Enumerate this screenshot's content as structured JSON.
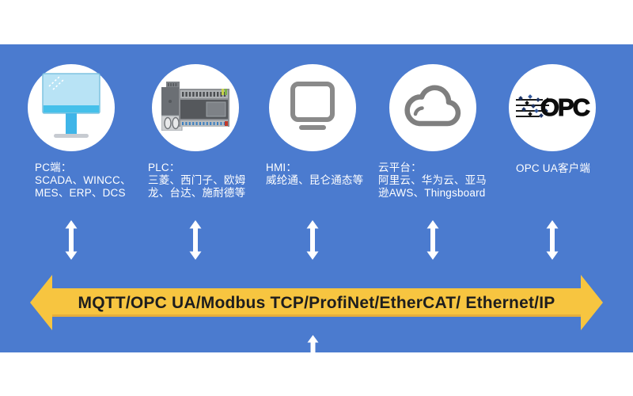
{
  "page": {
    "background": "#ffffff",
    "panel_color": "#4B7BCF",
    "arrow_color": "#ffffff"
  },
  "banner": {
    "label": "MQTT/OPC UA/Modbus TCP/ProfiNet/EtherCAT/ Ethernet/IP",
    "fill": "#F7C540",
    "edge_shadow": "#DFA63B",
    "text_color": "#1E1E1E"
  },
  "nodes": [
    {
      "id": "pc",
      "icon": "monitor-icon",
      "title": "PC端：",
      "lines": [
        "SCADA、WINCC、",
        "MES、ERP、DCS"
      ]
    },
    {
      "id": "plc",
      "icon": "plc-icon",
      "title": "PLC：",
      "lines": [
        "三菱、西门子、欧姆",
        "龙、台达、施耐德等"
      ]
    },
    {
      "id": "hmi",
      "icon": "display-icon",
      "title": "HMI：",
      "lines": [
        "威纶通、昆仑通态等"
      ]
    },
    {
      "id": "cloud",
      "icon": "cloud-icon",
      "title": "云平台：",
      "lines": [
        "阿里云、华为云、亚马",
        "逊AWS、Thingsboard"
      ]
    },
    {
      "id": "opcua",
      "icon": "opc-ua-logo",
      "title": "OPC UA客户端",
      "lines": []
    }
  ],
  "opc_logo": {
    "text": "OPC",
    "color": "#0d0d0d"
  },
  "icon_colors": {
    "monitor_screen": "#B8E3F5",
    "monitor_strip": "#45C0EA",
    "monitor_stand": "#3FB5E8",
    "monitor_base": "#C7CBD1",
    "outline_gray": "#7F7F7F"
  }
}
